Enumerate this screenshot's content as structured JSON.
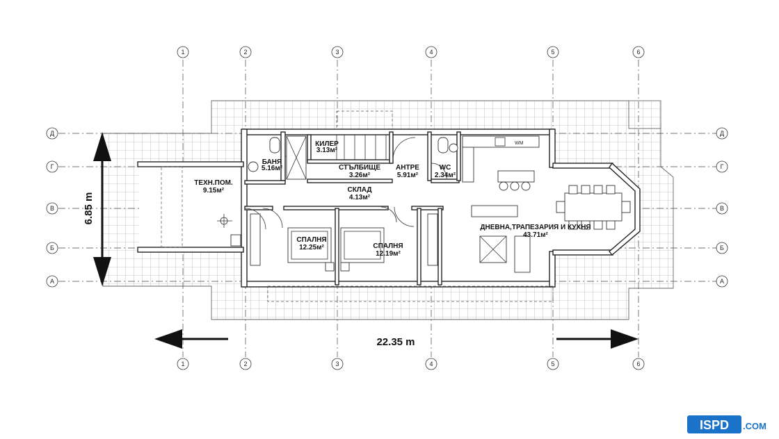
{
  "plan": {
    "rooms": [
      {
        "id": "banya",
        "name": "БАНЯ",
        "area": "5.16м²"
      },
      {
        "id": "kiler",
        "name": "КИЛЕР",
        "area": "3.13м²"
      },
      {
        "id": "stalbishte",
        "name": "СТЪЛБИЩЕ",
        "area": "3.26м²"
      },
      {
        "id": "antre",
        "name": "АНТРЕ",
        "area": "5.91м²"
      },
      {
        "id": "wc",
        "name": "WC",
        "area": "2.34м²"
      },
      {
        "id": "tehn",
        "name": "ТЕХН.ПОМ.",
        "area": "9.15м²"
      },
      {
        "id": "sklad",
        "name": "СКЛАД",
        "area": "4.13м²"
      },
      {
        "id": "spalnya1",
        "name": "СПАЛНЯ",
        "area": "12.25м²"
      },
      {
        "id": "spalnya2",
        "name": "СПАЛНЯ",
        "area": "12.19м²"
      },
      {
        "id": "dnevna",
        "name": "ДНЕВНА,ТРАПЕЗАРИЯ И КУХНЯ",
        "area": "43.71м²"
      }
    ],
    "axes_numbers": [
      "1",
      "2",
      "3",
      "4",
      "5",
      "6"
    ],
    "axes_letters": [
      "Д",
      "Г",
      "В",
      "Б",
      "А"
    ],
    "dim_width": "22.35 m",
    "dim_depth": "6.85 m",
    "wm_label": "WM"
  },
  "logo": {
    "brand": "ISPD",
    "suffix": ".COM",
    "color": "#1a73c9"
  }
}
